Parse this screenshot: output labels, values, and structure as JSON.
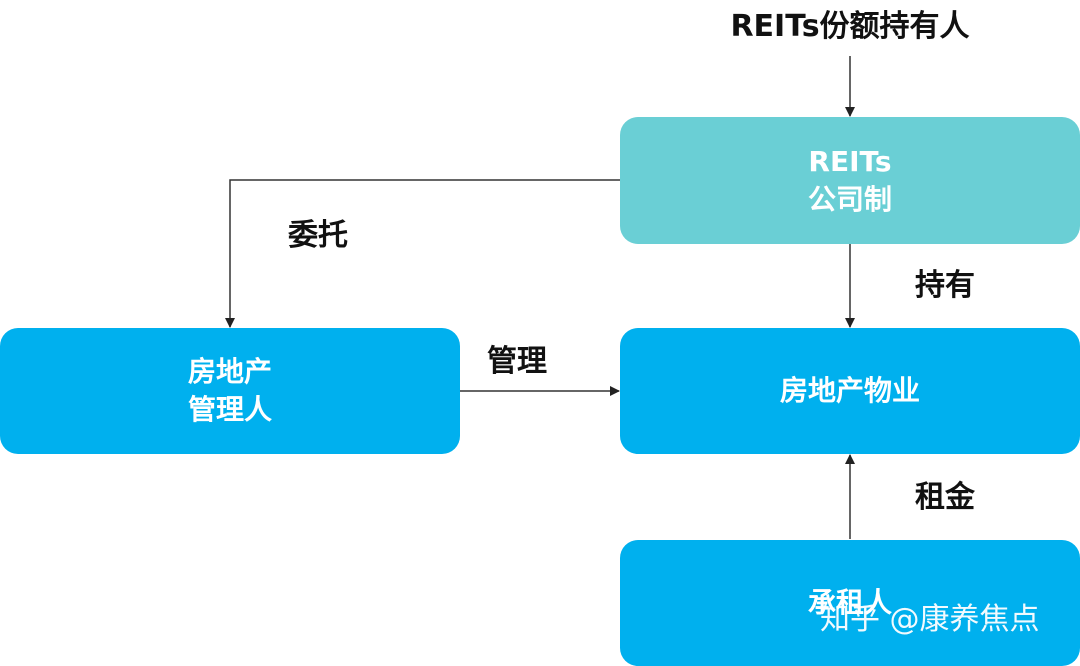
{
  "diagram": {
    "top_label": "REITs份额持有人",
    "nodes": {
      "reits_company": {
        "line1": "REITs",
        "line2": "公司制"
      },
      "property_manager": {
        "line1": "房地产",
        "line2": "管理人"
      },
      "property": {
        "label": "房地产物业"
      },
      "tenant": {
        "label": "承租人"
      }
    },
    "edges": {
      "delegate": "委托",
      "hold": "持有",
      "manage": "管理",
      "rent": "租金"
    },
    "colors": {
      "teal_node": "#6ACFD5",
      "blue_node": "#00B0EE",
      "line": "#333333"
    }
  },
  "watermark": "知乎 @康养焦点"
}
